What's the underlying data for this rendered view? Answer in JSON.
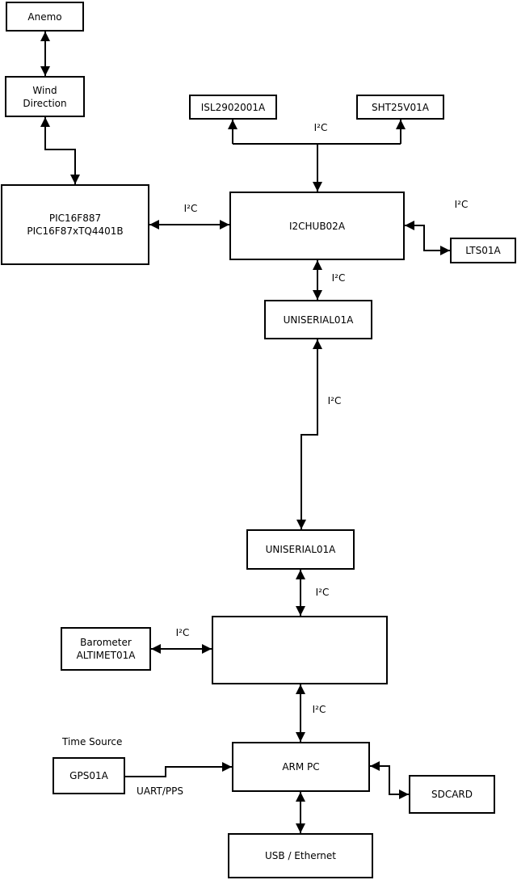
{
  "diagram": {
    "colors": {
      "background": "#ffffff",
      "line": "#000000",
      "text": "#000000"
    },
    "nodes": {
      "anemo": {
        "label": "Anemo"
      },
      "wind": {
        "line1": "Wind",
        "line2": "Direction"
      },
      "pic": {
        "line1": "PIC16F887",
        "line2": "PIC16F87xTQ4401B"
      },
      "isl": {
        "label": "ISL2902001A"
      },
      "sht": {
        "label": "SHT25V01A"
      },
      "hub1": {
        "label": "I2CHUB02A"
      },
      "lts": {
        "label": "LTS01A"
      },
      "uniserial1": {
        "label": "UNISERIAL01A"
      },
      "uniserial2": {
        "label": "UNISERIAL01A"
      },
      "barometer": {
        "line1": "Barometer",
        "line2": "ALTIMET01A"
      },
      "gps": {
        "label": "GPS01A"
      },
      "arm_pc": {
        "label": "ARM PC"
      },
      "sdcard": {
        "label": "SDCARD"
      },
      "usb_ethernet": {
        "label": "USB / Ethernet"
      }
    },
    "labels": {
      "i2c_top_branch": "I²C",
      "i2c_pic_hub1": "I²C",
      "i2c_hub1_lts": "I²C",
      "i2c_hub1_uniserial1": "I²C",
      "i2c_uniserial_link": "I²C",
      "i2c_uniserial2_hub2": "I²C",
      "i2c_barometer_hub2": "I²C",
      "i2c_hub2_armpc": "I²C",
      "time_source": "Time Source",
      "uart_pps": "UART/PPS"
    }
  }
}
